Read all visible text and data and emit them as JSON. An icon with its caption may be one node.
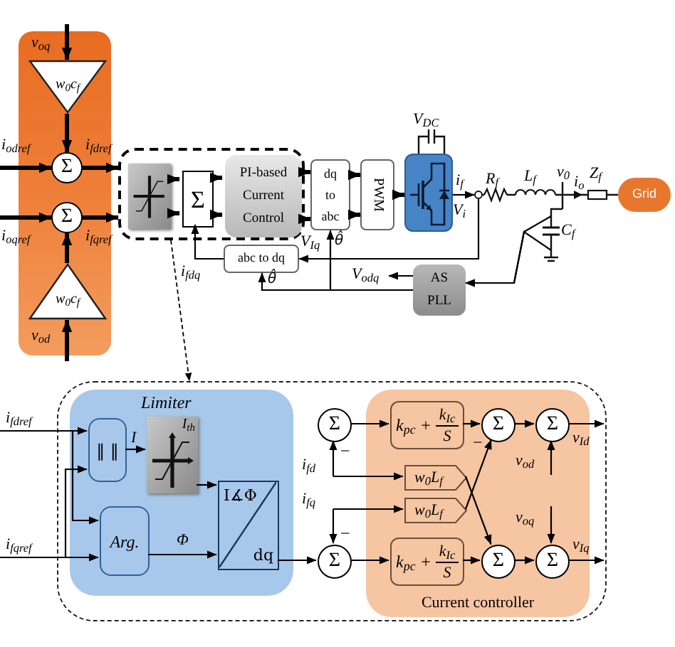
{
  "diagram": {
    "nodes": [
      {
        "text": [],
        "shape": "box"
      },
      {
        "text": [
          "w$_{0}$c$_{f}$"
        ],
        "in": 0
      },
      {
        "text": [
          "Σ"
        ],
        "in": 0
      },
      {
        "text": [
          "Σ"
        ],
        "in": 0
      },
      {
        "text": [
          "w$_{0}$c$_{f}$"
        ],
        "in": 0
      },
      {
        "text": [],
        "shape": "box"
      },
      {
        "text": [],
        "shape": "picture",
        "in": 5
      },
      {
        "text": [
          "Σ"
        ],
        "in": 5
      },
      {
        "text": [
          "PI-based Current Control"
        ],
        "in": 5
      },
      {
        "text": [
          "dq to abc"
        ]
      },
      {
        "text": [
          "PWM"
        ]
      },
      {
        "text": [],
        "shape": "picture"
      },
      {
        "text": [
          "Grid"
        ]
      },
      {
        "text": [
          "abc to dq"
        ]
      },
      {
        "text": [
          "AS PLL"
        ]
      },
      {
        "text": [],
        "shape": "box"
      },
      {
        "text": [
          "Limiter"
        ],
        "in": 15
      },
      {
        "text": [
          "‖ ‖"
        ],
        "in": 16
      },
      {
        "text": [
          "I$_{th}$"
        ],
        "in": 16
      },
      {
        "text": [
          "Arg."
        ],
        "in": 16
      },
      {
        "text": [
          "I∡Φ",
          "dq"
        ],
        "in": 16
      },
      {
        "text": [
          "Σ"
        ],
        "in": 15
      },
      {
        "text": [
          "Σ"
        ],
        "in": 15
      },
      {
        "text": [
          "Current controller"
        ],
        "in": 15
      },
      {
        "text": [
          "k$_{pc}$ +",
          "k$_{Ic}$",
          "S"
        ],
        "in": 23
      },
      {
        "text": [
          "w$_{0}$L$_{f}$"
        ],
        "in": 23
      },
      {
        "text": [
          "w$_{0}$L$_{f}$"
        ],
        "in": 23
      },
      {
        "text": [
          "Σ"
        ],
        "in": 23
      },
      {
        "text": [
          "Σ"
        ],
        "in": 23
      },
      {
        "text": [
          "k$_{pc}$ +",
          "k$_{Ic}$",
          "S"
        ],
        "in": 23
      },
      {
        "text": [
          "Σ"
        ],
        "in": 23
      },
      {
        "text": [
          "Σ"
        ],
        "in": 23
      },
      {
        "text": [],
        "shape": "circle"
      }
    ],
    "edges": [
      {
        "from": null,
        "to": 1,
        "arrow": "to",
        "label": "v$_{oq}$",
        "style": "thick"
      },
      {
        "from": 1,
        "to": 2,
        "arrow": "to",
        "style": "thick"
      },
      {
        "from": null,
        "to": 2,
        "arrow": "to",
        "label": "i$_{odref}$",
        "style": "thick"
      },
      {
        "from": 2,
        "to": 5,
        "arrow": "to",
        "label": "i$_{fdref}$",
        "style": "thick"
      },
      {
        "from": null,
        "to": 3,
        "arrow": "to",
        "label": "i$_{oqref}$",
        "style": "thick"
      },
      {
        "from": 3,
        "to": 5,
        "arrow": "to",
        "label": "i$_{fqref}$",
        "style": "thick"
      },
      {
        "from": 4,
        "to": 3,
        "arrow": "to",
        "style": "thick"
      },
      {
        "from": null,
        "to": 4,
        "arrow": "to",
        "label": "v$_{od}$",
        "style": "thick"
      },
      {
        "from": 6,
        "to": 7,
        "arrow": "to",
        "style": "thick"
      },
      {
        "from": 6,
        "to": 7,
        "arrow": "to",
        "style": "thick"
      },
      {
        "from": 7,
        "to": 8,
        "arrow": "to",
        "style": "thick"
      },
      {
        "from": 7,
        "to": 8,
        "arrow": "to",
        "style": "thick"
      },
      {
        "from": 8,
        "to": 9,
        "arrow": "to",
        "style": "thick"
      },
      {
        "from": 8,
        "to": 9,
        "arrow": "to",
        "label": "V$_{Iq}$",
        "style": "thick"
      },
      {
        "from": 9,
        "to": 10,
        "arrow": "to",
        "style": "thick"
      },
      {
        "from": 9,
        "to": 10,
        "arrow": "to",
        "style": "thick"
      },
      {
        "from": 10,
        "to": 11,
        "arrow": "to",
        "style": "thick"
      },
      {
        "from": 32,
        "to": 13,
        "arrow": "to"
      },
      {
        "from": 13,
        "to": 7,
        "arrow": "to",
        "label": "i$_{fdq}$"
      },
      {
        "from": null,
        "to": 14,
        "arrow": "to"
      },
      {
        "from": null,
        "to": 14,
        "arrow": "to"
      },
      {
        "from": 14,
        "to": null,
        "arrow": "to",
        "label": "V$_{odq}$"
      },
      {
        "from": 14,
        "to": 13,
        "arrow": "to",
        "label": "θ̂"
      },
      {
        "from": 14,
        "to": 9,
        "arrow": "to",
        "label": "θ̂"
      },
      {
        "from": 5,
        "to": 15,
        "arrow": "to",
        "style": "dashed"
      },
      {
        "from": null,
        "to": 17,
        "arrow": "to",
        "label": "i$_{fdref}$"
      },
      {
        "from": null,
        "to": 19,
        "arrow": "to"
      },
      {
        "from": null,
        "to": 19,
        "arrow": "to",
        "label": "i$_{fqref}$"
      },
      {
        "from": null,
        "to": 17,
        "arrow": "to"
      },
      {
        "from": 17,
        "to": 18,
        "arrow": "to",
        "label": "I"
      },
      {
        "from": 18,
        "to": 20,
        "arrow": "to"
      },
      {
        "from": 19,
        "to": 20,
        "arrow": "to",
        "label": "Φ"
      },
      {
        "from": 20,
        "to": 22,
        "arrow": "to"
      },
      {
        "from": null,
        "to": 21,
        "arrow": "to",
        "label": "i$_{fd}$"
      },
      {
        "from": null,
        "to": 25,
        "arrow": "to"
      },
      {
        "from": null,
        "to": 22,
        "arrow": "to",
        "label": "i$_{fq}$"
      },
      {
        "from": null,
        "to": 26,
        "arrow": "to"
      },
      {
        "from": 21,
        "to": 24,
        "arrow": "to"
      },
      {
        "from": 24,
        "to": 27,
        "arrow": "to"
      },
      {
        "from": 27,
        "to": 28,
        "arrow": "to"
      },
      {
        "from": 28,
        "to": null,
        "arrow": "to",
        "label": "v$_{Id}$"
      },
      {
        "from": null,
        "to": 28,
        "arrow": "to",
        "label": "v$_{od}$"
      },
      {
        "from": 25,
        "to": 30,
        "arrow": "to"
      },
      {
        "from": 26,
        "to": 27,
        "arrow": "to"
      },
      {
        "from": 22,
        "to": 29,
        "arrow": "to"
      },
      {
        "from": 29,
        "to": 30,
        "arrow": "to"
      },
      {
        "from": 30,
        "to": 31,
        "arrow": "to"
      },
      {
        "from": null,
        "to": 31,
        "arrow": "to",
        "label": "v$_{oq}$"
      },
      {
        "from": 31,
        "to": null,
        "arrow": "to",
        "label": "v$_{Iq}$"
      },
      {
        "from": 11,
        "to": 32,
        "arrow": "to"
      }
    ],
    "labels": [
      "V$_{DC}$",
      "i$_{f}$",
      "V$_{i}$",
      "R$_{f}$",
      "L$_{f}$",
      "v$_{0}$",
      "i$_{o}$",
      "Z$_{f}$",
      "C$_{f}$",
      "−",
      "−",
      "−"
    ]
  }
}
